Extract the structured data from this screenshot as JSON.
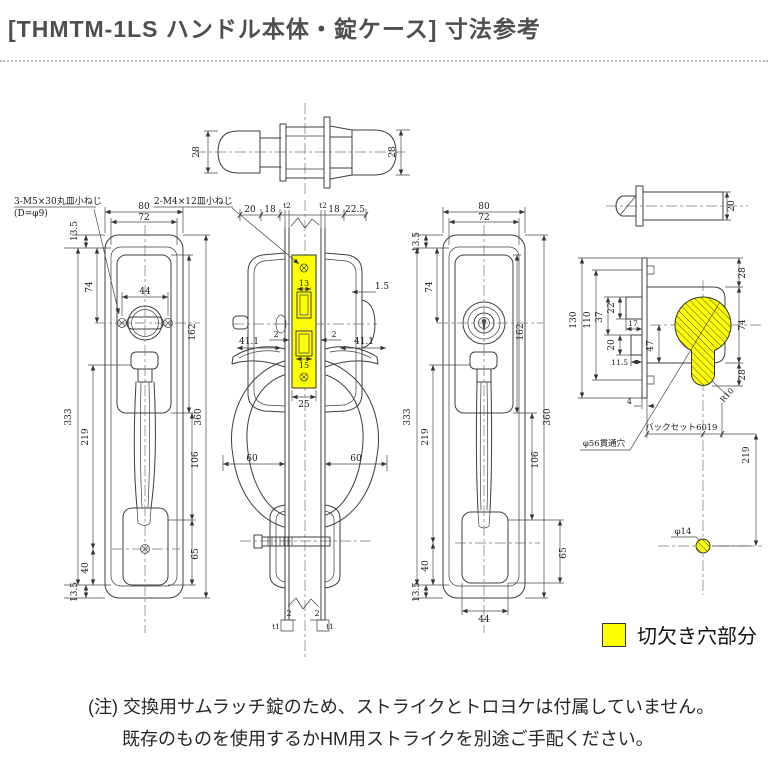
{
  "title": "[THMTM-1LS ハンドル本体・錠ケース] 寸法参考",
  "labels": {
    "screw_note_left_1": "3-M5×30丸皿小ねじ",
    "screw_note_left_2": "(D=φ9)",
    "screw_note_mid": "2-M4×12皿小ねじ",
    "through_hole": "φ56貫通穴",
    "backset": "バックセット60",
    "phi14": "φ14",
    "r10": "R10"
  },
  "dims": {
    "d80": "80",
    "d72": "72",
    "d13_5": "13.5",
    "d74": "74",
    "d44": "44",
    "d162": "162",
    "d333": "333",
    "d219": "219",
    "d40": "40",
    "d360": "360",
    "d106": "106",
    "d65": "65",
    "d28": "28",
    "d20": "20",
    "d18": "18",
    "t2": "t2",
    "d22_5": "22.5",
    "d41_1": "41.1",
    "d1_5": "1.5",
    "d13": "13",
    "d2": "2",
    "d15": "15",
    "d25": "25",
    "d60": "60",
    "t1": "t1",
    "d130": "130",
    "d110": "110",
    "d37": "37",
    "d22": "22",
    "d17": "17",
    "d11_5": "11.5",
    "d47": "47",
    "d4": "4",
    "d19": "19"
  },
  "legend": {
    "label": "切欠き穴部分",
    "swatch_color": "#ffff00"
  },
  "notes": {
    "line1": "(注) 交換用サムラッチ錠のため、ストライクとトロヨケは付属していません。",
    "line2": "既存のものを使用するかHM用ストライクを別途ご手配ください。"
  },
  "colors": {
    "cutout_yellow": "#ffff00",
    "line": "#3f3f3f",
    "title_gray": "#4f4f4f"
  }
}
